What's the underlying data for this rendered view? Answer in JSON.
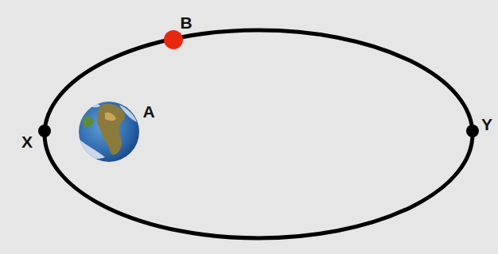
{
  "diagram": {
    "labels": [
      "B",
      "A",
      "X",
      "Y"
    ]
  }
}
